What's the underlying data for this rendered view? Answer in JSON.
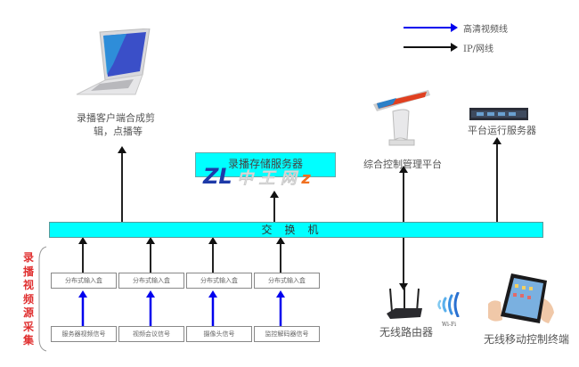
{
  "legend": {
    "items": [
      {
        "label": "高清视频线",
        "color": "#0000ee"
      },
      {
        "label": "IP/网线",
        "color": "#111111"
      }
    ]
  },
  "nodes": {
    "laptop": {
      "label_line1": "录播客户端合成剪",
      "label_line2": "辑，点播等",
      "icon": "laptop-icon"
    },
    "storage_server": {
      "label": "录播存储服务器"
    },
    "kiosk": {
      "label": "综合控制管理平台",
      "icon": "touch-kiosk-icon"
    },
    "platform_server": {
      "label": "平台运行服务器",
      "icon": "rack-server-icon"
    },
    "switch": {
      "label": "交换机"
    },
    "router": {
      "label": "无线路由器",
      "icon": "router-icon"
    },
    "wifi": {
      "label": "Wi-Fi",
      "icon": "wifi-icon"
    },
    "tablet": {
      "label": "无线移动控制终端",
      "icon": "tablet-icon"
    }
  },
  "collection_group": {
    "title": "录播视频源采集",
    "title_chars": [
      "录",
      "播",
      "视",
      "频",
      "源",
      "采",
      "集"
    ],
    "columns": [
      {
        "encoder": "分布式输入盒",
        "source": "服务器视频信号"
      },
      {
        "encoder": "分布式输入盒",
        "source": "视频会议信号"
      },
      {
        "encoder": "分布式输入盒",
        "source": "摄像头信号"
      },
      {
        "encoder": "分布式输入盒",
        "source": "监控解码器信号"
      }
    ]
  },
  "watermark": {
    "left": "ZL",
    "middle": "中 王 网",
    "right": "z"
  },
  "colors": {
    "switch_fill": "#00ffff",
    "hd_line": "#0000ee",
    "ip_line": "#111111",
    "group_title": "#e03030"
  }
}
